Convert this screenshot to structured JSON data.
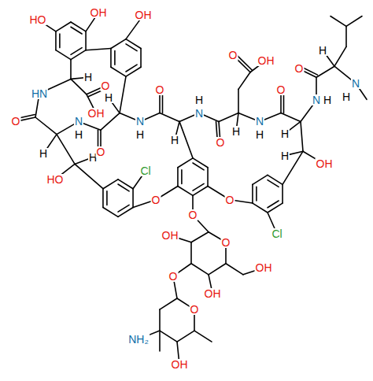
{
  "diagram": {
    "labels": [
      "HO",
      "OH",
      "OH",
      "H",
      "O",
      "OH",
      "HN",
      "O",
      "H",
      "HO",
      "H",
      "N",
      "H",
      "O",
      "H",
      "N",
      "H",
      "O",
      "H",
      "N",
      "H",
      "O",
      "H",
      "O",
      "OH",
      "N",
      "H",
      "O",
      "H",
      "N",
      "H",
      "O",
      "H",
      "N",
      "H",
      "Cl",
      "O",
      "O",
      "Cl",
      "OH",
      "H",
      "O",
      "O",
      "OH",
      "OH",
      "OH",
      "O",
      "O",
      "OH",
      "NH₂"
    ]
  }
}
